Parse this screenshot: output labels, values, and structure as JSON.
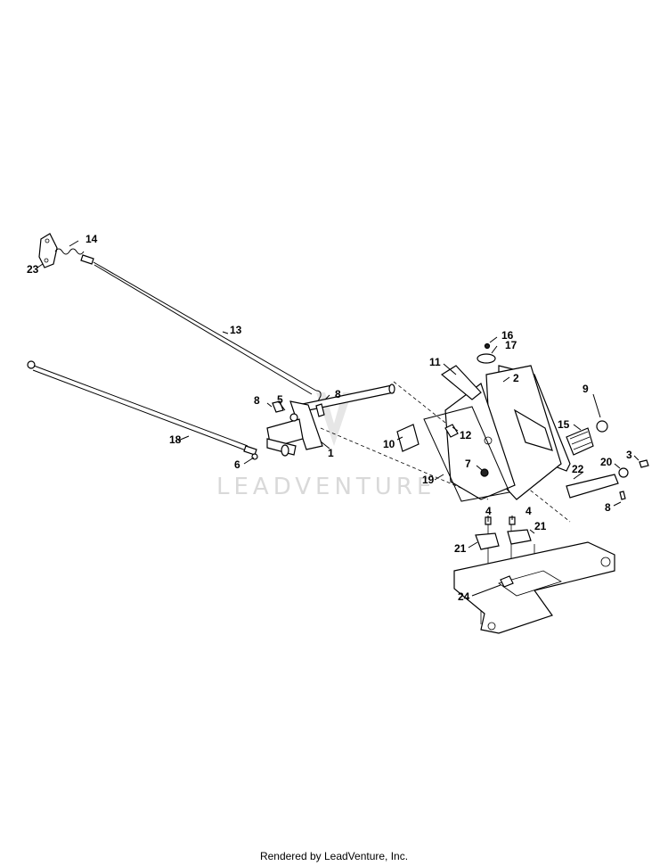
{
  "watermark": {
    "text": "LEADVENTURE"
  },
  "callouts": [
    {
      "id": "1",
      "label": "1"
    },
    {
      "id": "2",
      "label": "2"
    },
    {
      "id": "3",
      "label": "3"
    },
    {
      "id": "4a",
      "label": "4"
    },
    {
      "id": "4b",
      "label": "4"
    },
    {
      "id": "5",
      "label": "5"
    },
    {
      "id": "6",
      "label": "6"
    },
    {
      "id": "7",
      "label": "7"
    },
    {
      "id": "8a",
      "label": "8"
    },
    {
      "id": "8b",
      "label": "8"
    },
    {
      "id": "8c",
      "label": "8"
    },
    {
      "id": "9",
      "label": "9"
    },
    {
      "id": "10",
      "label": "10"
    },
    {
      "id": "11",
      "label": "11"
    },
    {
      "id": "12",
      "label": "12"
    },
    {
      "id": "13",
      "label": "13"
    },
    {
      "id": "14",
      "label": "14"
    },
    {
      "id": "15",
      "label": "15"
    },
    {
      "id": "16",
      "label": "16"
    },
    {
      "id": "17",
      "label": "17"
    },
    {
      "id": "18",
      "label": "18"
    },
    {
      "id": "19",
      "label": "19"
    },
    {
      "id": "20",
      "label": "20"
    },
    {
      "id": "21a",
      "label": "21"
    },
    {
      "id": "21b",
      "label": "21"
    },
    {
      "id": "22",
      "label": "22"
    },
    {
      "id": "23",
      "label": "23"
    },
    {
      "id": "24",
      "label": "24"
    }
  ],
  "footer": {
    "text": "Rendered by LeadVenture, Inc."
  }
}
